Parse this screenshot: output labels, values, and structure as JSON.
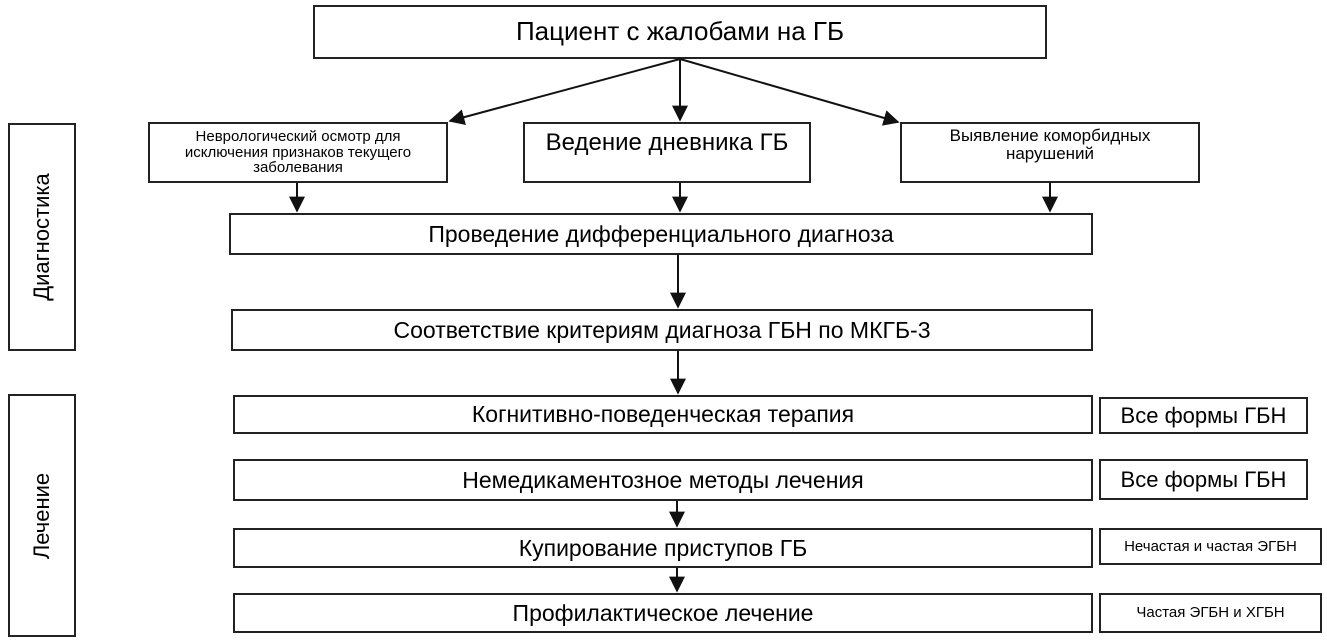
{
  "sections": {
    "diagnostics": "Диагностика",
    "treatment": "Лечение"
  },
  "nodes": {
    "patient": "Пациент с жалобами на ГБ",
    "neuro_exam": "Неврологический осмотр для исключения признаков текущего заболевания",
    "diary": "Ведение дневника ГБ",
    "comorbid": "Выявление коморбидных нарушений",
    "differential": "Проведение дифференциального диагноза",
    "criteria": "Соответствие критериям диагноза ГБН по МКГБ-3",
    "cbt": "Когнитивно-поведенческая терапия",
    "nonmed": "Немедикаментозное методы лечения",
    "relief": "Купирование приступов ГБ",
    "prevention": "Профилактическое лечение"
  },
  "tags": {
    "cbt": "Все формы ГБН",
    "nonmed": "Все формы ГБН",
    "relief": "Нечастая и частая ЭГБН",
    "prevention": "Частая ЭГБН и ХГБН"
  },
  "colors": {
    "border": "#222222",
    "arrow": "#111111",
    "background": "#ffffff"
  }
}
